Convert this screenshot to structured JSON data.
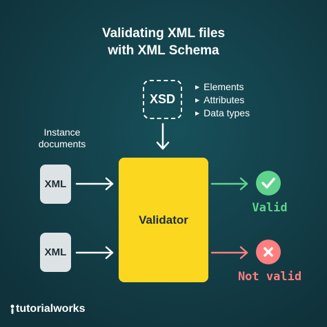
{
  "title": {
    "line1": "Validating XML files",
    "line2": "with XML Schema"
  },
  "schema": {
    "label": "XSD"
  },
  "schema_contents": [
    "Elements",
    "Attributes",
    "Data types"
  ],
  "instance_label": {
    "line1": "Instance",
    "line2": "documents"
  },
  "inputs": [
    {
      "label": "XML"
    },
    {
      "label": "XML"
    }
  ],
  "validator": {
    "label": "Validator"
  },
  "results": [
    {
      "label": "Valid",
      "icon": "check-icon",
      "color": "#5fd38d"
    },
    {
      "label": "Not valid",
      "icon": "cross-icon",
      "color": "#ff7f7f"
    }
  ],
  "brand": {
    "text": "tutorialworks"
  },
  "colors": {
    "background": "#133c46",
    "validator": "#fbd720",
    "xml_box": "#dde3e5",
    "valid": "#5fd38d",
    "invalid": "#ff7f7f",
    "text": "#ffffff"
  }
}
